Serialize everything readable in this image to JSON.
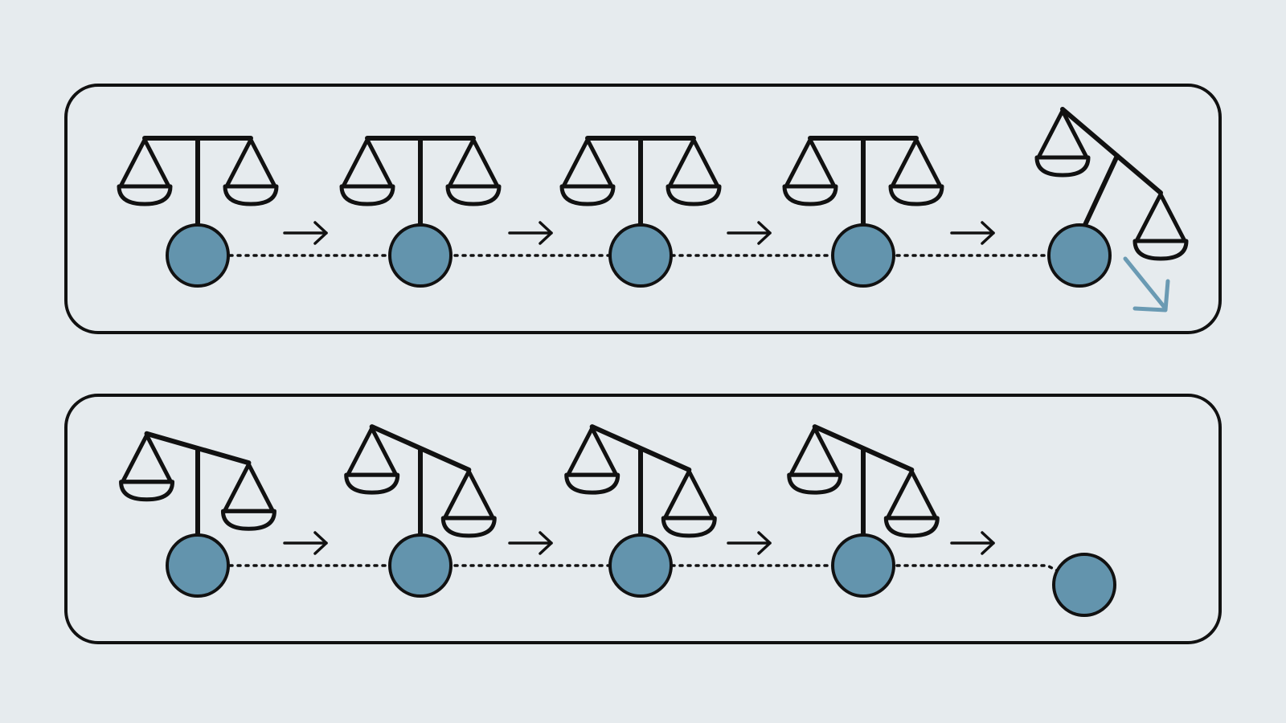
{
  "colors": {
    "background": "#e6ebee",
    "stroke": "#111111",
    "node_fill": "#6394ad",
    "accent_arrow": "#6a9ab3"
  },
  "panels": [
    {
      "name": "panel-top",
      "stages": [
        {
          "state": "balanced",
          "tilt_deg": 0
        },
        {
          "state": "balanced",
          "tilt_deg": 0
        },
        {
          "state": "balanced",
          "tilt_deg": 0
        },
        {
          "state": "balanced",
          "tilt_deg": 0
        },
        {
          "state": "tipped",
          "tilt_deg": 40
        }
      ],
      "final_marker": "accent-down-right-arrow-icon"
    },
    {
      "name": "panel-bottom",
      "stages": [
        {
          "state": "tilting",
          "tilt_deg": 16
        },
        {
          "state": "tilting",
          "tilt_deg": 24
        },
        {
          "state": "tilting",
          "tilt_deg": 24
        },
        {
          "state": "tilting",
          "tilt_deg": 24
        },
        {
          "state": "no-scale",
          "tilt_deg": null
        }
      ],
      "final_marker": null
    }
  ]
}
